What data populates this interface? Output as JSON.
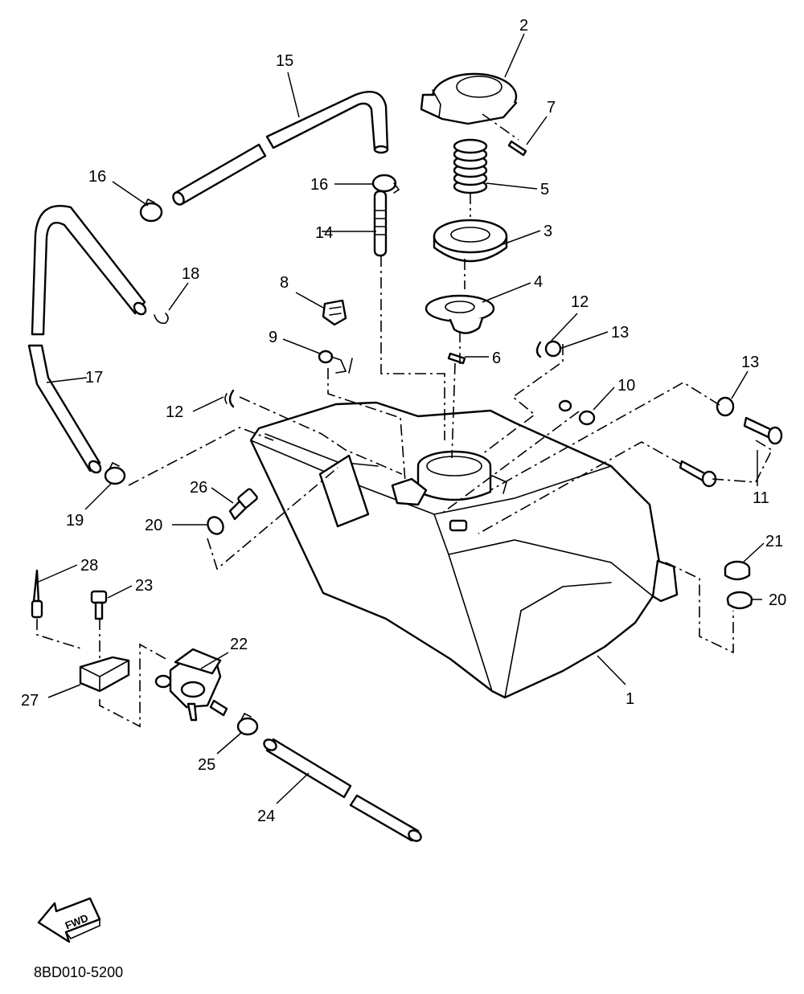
{
  "parts": {
    "p1": "1",
    "p2": "2",
    "p3": "3",
    "p4": "4",
    "p5": "5",
    "p6": "6",
    "p7": "7",
    "p8": "8",
    "p9": "9",
    "p10": "10",
    "p11": "11",
    "p12a": "12",
    "p12b": "12",
    "p13a": "13",
    "p13b": "13",
    "p14": "14",
    "p15": "15",
    "p16a": "16",
    "p16b": "16",
    "p17": "17",
    "p18": "18",
    "p19": "19",
    "p20a": "20",
    "p20b": "20",
    "p21": "21",
    "p22": "22",
    "p23": "23",
    "p24": "24",
    "p25": "25",
    "p26": "26",
    "p27": "27",
    "p28": "28"
  },
  "fwd_label": "FWD",
  "diagram_code": "8BD010-5200",
  "icons": {
    "direction": "fwd-arrow-icon"
  }
}
